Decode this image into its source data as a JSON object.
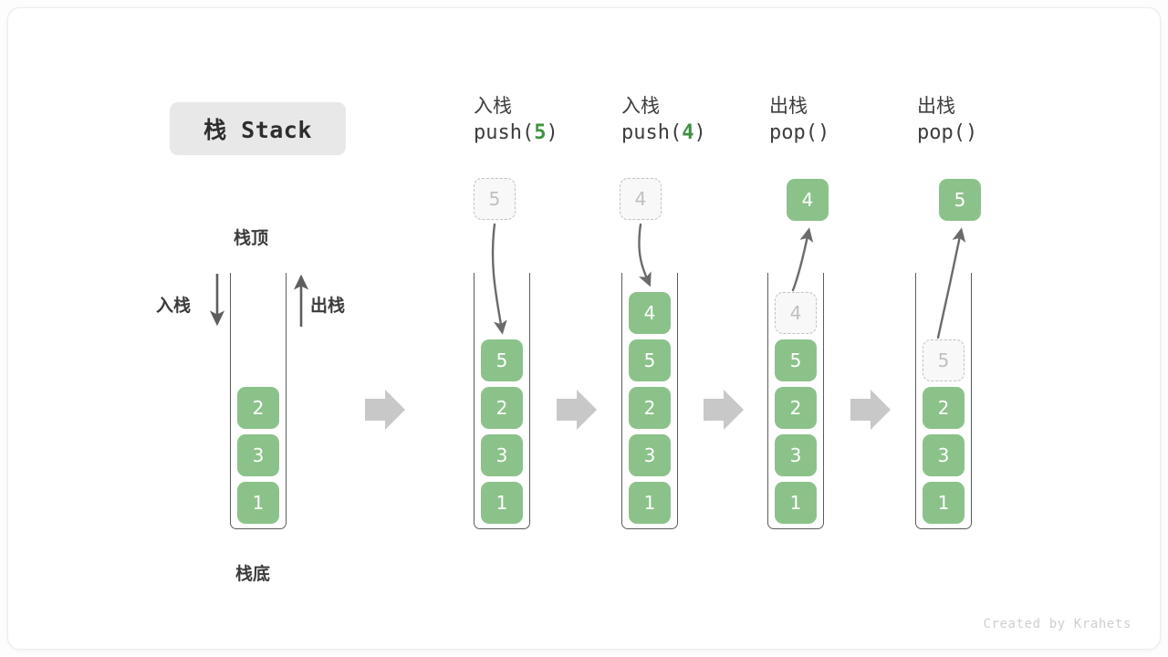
{
  "title_badge": {
    "text": "栈 Stack"
  },
  "colors": {
    "box_fill": "#8bc28a",
    "ghost_fill": "#f8f8f8",
    "ghost_border": "#c2c2c2",
    "tube_border": "#5c5c5c",
    "arrow_gray": "#c8c8c8",
    "curve_arrow": "#6b6b6b",
    "accent_green": "#3f9142",
    "text_dark": "#3b3b3b"
  },
  "labels": {
    "top": "栈顶",
    "bottom": "栈底",
    "push": "入栈",
    "pop": "出栈"
  },
  "credit": "Created by Krahets",
  "columns": [
    {
      "id": "initial",
      "header_cjk": "",
      "header_code": "",
      "header_arg": "",
      "stack": [
        "2",
        "3",
        "1"
      ],
      "ghost_in_stack": null,
      "external_ghost": null,
      "external_filled": null
    },
    {
      "id": "push-5",
      "header_cjk": "入栈",
      "header_code_prefix": "push(",
      "header_arg": "5",
      "header_code_suffix": ")",
      "stack": [
        "5",
        "2",
        "3",
        "1"
      ],
      "ghost_in_stack": null,
      "external_ghost": "5",
      "external_filled": null
    },
    {
      "id": "push-4",
      "header_cjk": "入栈",
      "header_code_prefix": "push(",
      "header_arg": "4",
      "header_code_suffix": ")",
      "stack": [
        "4",
        "5",
        "2",
        "3",
        "1"
      ],
      "ghost_in_stack": null,
      "external_ghost": "4",
      "external_filled": null
    },
    {
      "id": "pop-4",
      "header_cjk": "出栈",
      "header_code_prefix": "pop(",
      "header_arg": "",
      "header_code_suffix": ")",
      "stack": [
        "5",
        "2",
        "3",
        "1"
      ],
      "ghost_in_stack": "4",
      "external_ghost": null,
      "external_filled": "4"
    },
    {
      "id": "pop-5",
      "header_cjk": "出栈",
      "header_code_prefix": "pop(",
      "header_arg": "",
      "header_code_suffix": ")",
      "stack": [
        "2",
        "3",
        "1"
      ],
      "ghost_in_stack": "5",
      "external_ghost": null,
      "external_filled": "5"
    }
  ],
  "chart_data": {
    "type": "diagram",
    "title": "栈 Stack",
    "description": "Stack push/pop operation sequence",
    "states": [
      {
        "operation": "initial",
        "contents_top_to_bottom": [
          "2",
          "3",
          "1"
        ]
      },
      {
        "operation": "push(5)",
        "contents_top_to_bottom": [
          "5",
          "2",
          "3",
          "1"
        ]
      },
      {
        "operation": "push(4)",
        "contents_top_to_bottom": [
          "4",
          "5",
          "2",
          "3",
          "1"
        ]
      },
      {
        "operation": "pop()",
        "returns": "4",
        "contents_top_to_bottom": [
          "5",
          "2",
          "3",
          "1"
        ]
      },
      {
        "operation": "pop()",
        "returns": "5",
        "contents_top_to_bottom": [
          "2",
          "3",
          "1"
        ]
      }
    ]
  }
}
